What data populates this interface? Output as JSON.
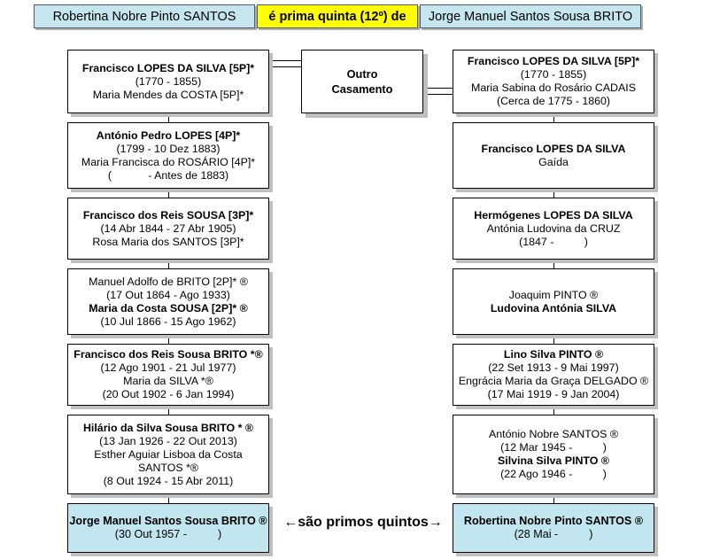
{
  "header": {
    "left_person": "Robertina Nobre Pinto SANTOS",
    "relation": "é prima quinta (12º) de",
    "right_person": "Jorge Manuel Santos Sousa BRITO",
    "colors": {
      "person_bg": "#c6e6ef",
      "relation_bg": "#ffff00",
      "border": "#4d5b6b"
    }
  },
  "center": {
    "other_marriage": {
      "line1": "Outro",
      "line2": "Casamento"
    },
    "cousin_label": "←são primos quintos→"
  },
  "left_column": [
    {
      "name": "ancestor-l1",
      "lines": [
        {
          "text": "Francisco LOPES DA SILVA [5P]*",
          "bold": true
        },
        {
          "text": "(1770 - 1855)",
          "bold": false
        },
        {
          "text": "Maria Mendes da COSTA [5P]*",
          "bold": false
        }
      ]
    },
    {
      "name": "ancestor-l2",
      "lines": [
        {
          "text": "António Pedro LOPES [4P]*",
          "bold": true
        },
        {
          "text": "(1799 - 10 Dez 1883)",
          "bold": false
        },
        {
          "text": "Maria Francisca do ROSÁRIO [4P]*",
          "bold": false
        },
        {
          "text": "(            - Antes de 1883)",
          "bold": false
        }
      ]
    },
    {
      "name": "ancestor-l3",
      "lines": [
        {
          "text": "Francisco dos Reis SOUSA [3P]*",
          "bold": true
        },
        {
          "text": "(14 Abr 1844 - 27 Abr 1905)",
          "bold": false
        },
        {
          "text": "Rosa Maria dos SANTOS [3P]*",
          "bold": false
        }
      ]
    },
    {
      "name": "ancestor-l4",
      "lines": [
        {
          "text": "Manuel Adolfo de BRITO [2P]* ®",
          "bold": false
        },
        {
          "text": "(17 Out 1864 - Ago 1933)",
          "bold": false
        },
        {
          "text": "Maria da Costa SOUSA [2P]* ®",
          "bold": true
        },
        {
          "text": "(10 Jul 1866 - 15 Ago 1962)",
          "bold": false
        }
      ]
    },
    {
      "name": "ancestor-l5",
      "lines": [
        {
          "text": "Francisco dos Reis Sousa BRITO *®",
          "bold": true
        },
        {
          "text": "(12 Ago 1901 - 21 Jul 1977)",
          "bold": false
        },
        {
          "text": "Maria da SILVA *®",
          "bold": false
        },
        {
          "text": "(20 Out 1902 - 6 Jan 1994)",
          "bold": false
        }
      ]
    },
    {
      "name": "ancestor-l6",
      "lines": [
        {
          "text": "Hilário da Silva Sousa BRITO * ®",
          "bold": true
        },
        {
          "text": "(13 Jan 1926 - 22 Out 2013)",
          "bold": false
        },
        {
          "text": "Esther Aguiar Lisboa da Costa",
          "bold": false
        },
        {
          "text": "SANTOS *®",
          "bold": false
        },
        {
          "text": "(8 Out 1924 - 15 Abr 2011)",
          "bold": false
        }
      ]
    }
  ],
  "left_subject": {
    "name": "subject-left",
    "lines": [
      {
        "text": "Jorge Manuel Santos Sousa BRITO ®",
        "bold": true
      },
      {
        "text": "(30 Out 1957 -          )",
        "bold": false
      }
    ]
  },
  "right_column": [
    {
      "name": "ancestor-r1",
      "lines": [
        {
          "text": "Francisco LOPES DA SILVA [5P]*",
          "bold": true
        },
        {
          "text": "(1770 - 1855)",
          "bold": false
        },
        {
          "text": "Maria Sabina do Rosário CADAIS",
          "bold": false
        },
        {
          "text": "(Cerca de 1775 - 1860)",
          "bold": false
        }
      ]
    },
    {
      "name": "ancestor-r2",
      "lines": [
        {
          "text": "Francisco LOPES DA SILVA",
          "bold": true
        },
        {
          "text": "Gaída",
          "bold": false
        }
      ]
    },
    {
      "name": "ancestor-r3",
      "lines": [
        {
          "text": "Hermógenes LOPES DA SILVA",
          "bold": true
        },
        {
          "text": "Antónia Ludovina da CRUZ",
          "bold": false
        },
        {
          "text": "(1847 -          )",
          "bold": false
        }
      ]
    },
    {
      "name": "ancestor-r4",
      "lines": [
        {
          "text": "Joaquim PINTO ®",
          "bold": false
        },
        {
          "text": "Ludovina Antónia SILVA",
          "bold": true
        }
      ]
    },
    {
      "name": "ancestor-r5",
      "lines": [
        {
          "text": "Lino Silva PINTO ®",
          "bold": true
        },
        {
          "text": "(22 Set 1913 - 9 Mai 1997)",
          "bold": false
        },
        {
          "text": "Engrácia Maria da Graça DELGADO ®",
          "bold": false
        },
        {
          "text": "(17 Mai 1919 - 9 Jan 2004)",
          "bold": false
        }
      ]
    },
    {
      "name": "ancestor-r6",
      "lines": [
        {
          "text": "António Nobre SANTOS ®",
          "bold": false
        },
        {
          "text": "(12 Mar 1945 -          )",
          "bold": false
        },
        {
          "text": "Silvina Silva PINTO ®",
          "bold": true
        },
        {
          "text": "(22 Ago 1946 -          )",
          "bold": false
        }
      ]
    }
  ],
  "right_subject": {
    "name": "subject-right",
    "lines": [
      {
        "text": "Robertina Nobre Pinto SANTOS ®",
        "bold": true
      },
      {
        "text": "(28 Mai -          )",
        "bold": false
      }
    ]
  }
}
